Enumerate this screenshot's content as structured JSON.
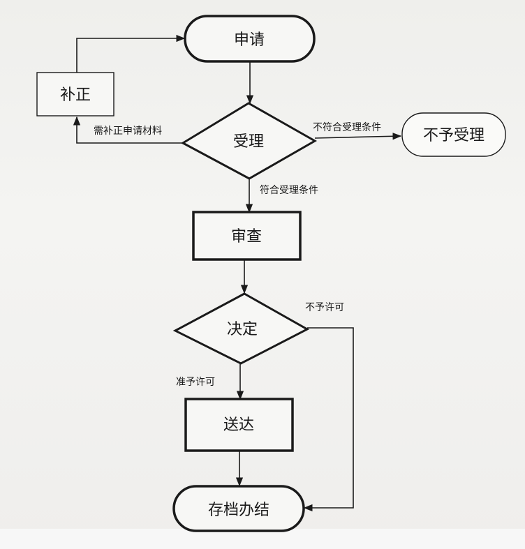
{
  "nodes": {
    "apply": "申请",
    "correct": "补正",
    "accept": "受理",
    "reject": "不予受理",
    "review": "审查",
    "decide": "决定",
    "deliver": "送达",
    "archive": "存档办结"
  },
  "edges": {
    "need_correction": "需补正申请材料",
    "not_qualified": "不符合受理条件",
    "qualified": "符合受理条件",
    "deny": "不予许可",
    "grant": "准予许可"
  },
  "colors": {
    "line": "#1a1a1a",
    "fill": "#f7f7f5",
    "fill_light": "#fafaf8"
  }
}
